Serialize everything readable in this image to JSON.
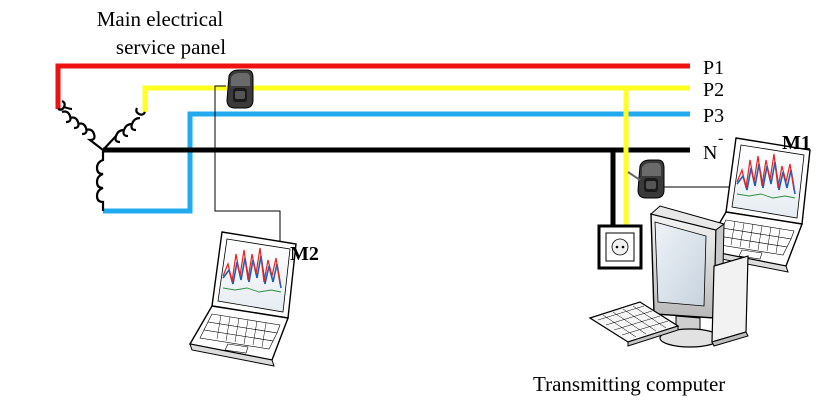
{
  "panel": {
    "title_line1": "Main electrical",
    "title_line2": "service panel"
  },
  "lines": [
    {
      "id": "P1",
      "label": "P1",
      "color": "#ee1111"
    },
    {
      "id": "P2",
      "label": "P2",
      "color": "#ffff22"
    },
    {
      "id": "P3",
      "label": "P3",
      "color": "#22aaee"
    },
    {
      "id": "N",
      "label": "N",
      "color": "#000000"
    }
  ],
  "n_superscript": "-",
  "meters": {
    "m1_label": "M1",
    "m2_label": "M2"
  },
  "computer": {
    "caption": "Transmitting computer"
  }
}
